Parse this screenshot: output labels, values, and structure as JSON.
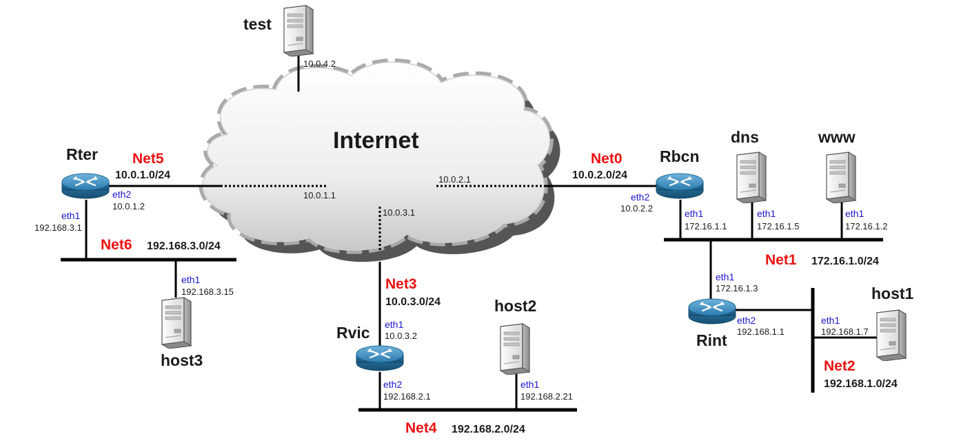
{
  "cloud": {
    "label": "Internet"
  },
  "nodes": {
    "test": {
      "name": "test",
      "ip": "10.0.4.2"
    },
    "rter": {
      "name": "Rter",
      "eth1": "eth1",
      "eth1_ip": "192.168.3.1",
      "eth2": "eth2",
      "eth2_ip": "10.0.1.2"
    },
    "rbcn": {
      "name": "Rbcn",
      "eth1": "eth1",
      "eth1_ip": "172.16.1.1",
      "eth2": "eth2",
      "eth2_ip": "10.0.2.2"
    },
    "dns": {
      "name": "dns",
      "iface": "eth1",
      "ip": "172.16.1.5"
    },
    "www": {
      "name": "www",
      "iface": "eth1",
      "ip": "172.16.1.2"
    },
    "rint": {
      "name": "Rint",
      "eth1": "eth1",
      "eth1_ip": "172.16.1.3",
      "eth2": "eth2",
      "eth2_ip": "192.168.1.1"
    },
    "host1": {
      "name": "host1",
      "iface": "eth1",
      "ip": "192.168.1.7"
    },
    "rvic": {
      "name": "Rvic",
      "eth1": "eth1",
      "eth1_ip": "10.0.3.2",
      "eth2": "eth2",
      "eth2_ip": "192.168.2.1"
    },
    "host2": {
      "name": "host2",
      "iface": "eth1",
      "ip": "192.168.2.21"
    },
    "host3": {
      "name": "host3",
      "iface": "eth1",
      "ip": "192.168.3.15"
    }
  },
  "cloud_ips": {
    "net5": "10.0.1.1",
    "net0": "10.0.2.1",
    "net3": "10.0.3.1"
  },
  "networks": {
    "net0": {
      "name": "Net0",
      "addr": "10.0.2.0/24"
    },
    "net1": {
      "name": "Net1",
      "addr": "172.16.1.0/24"
    },
    "net2": {
      "name": "Net2",
      "addr": "192.168.1.0/24"
    },
    "net3": {
      "name": "Net3",
      "addr": "10.0.3.0/24"
    },
    "net4": {
      "name": "Net4",
      "addr": "192.168.2.0/24"
    },
    "net5": {
      "name": "Net5",
      "addr": "10.0.1.0/24"
    },
    "net6": {
      "name": "Net6",
      "addr": "192.168.3.0/24"
    }
  },
  "colors": {
    "network_label": "#ee1111",
    "interface_label": "#1a14d0",
    "router": "#2d7fb0",
    "cloud_fill": "#f0f0f0",
    "cloud_border": "#aaaaaa"
  }
}
